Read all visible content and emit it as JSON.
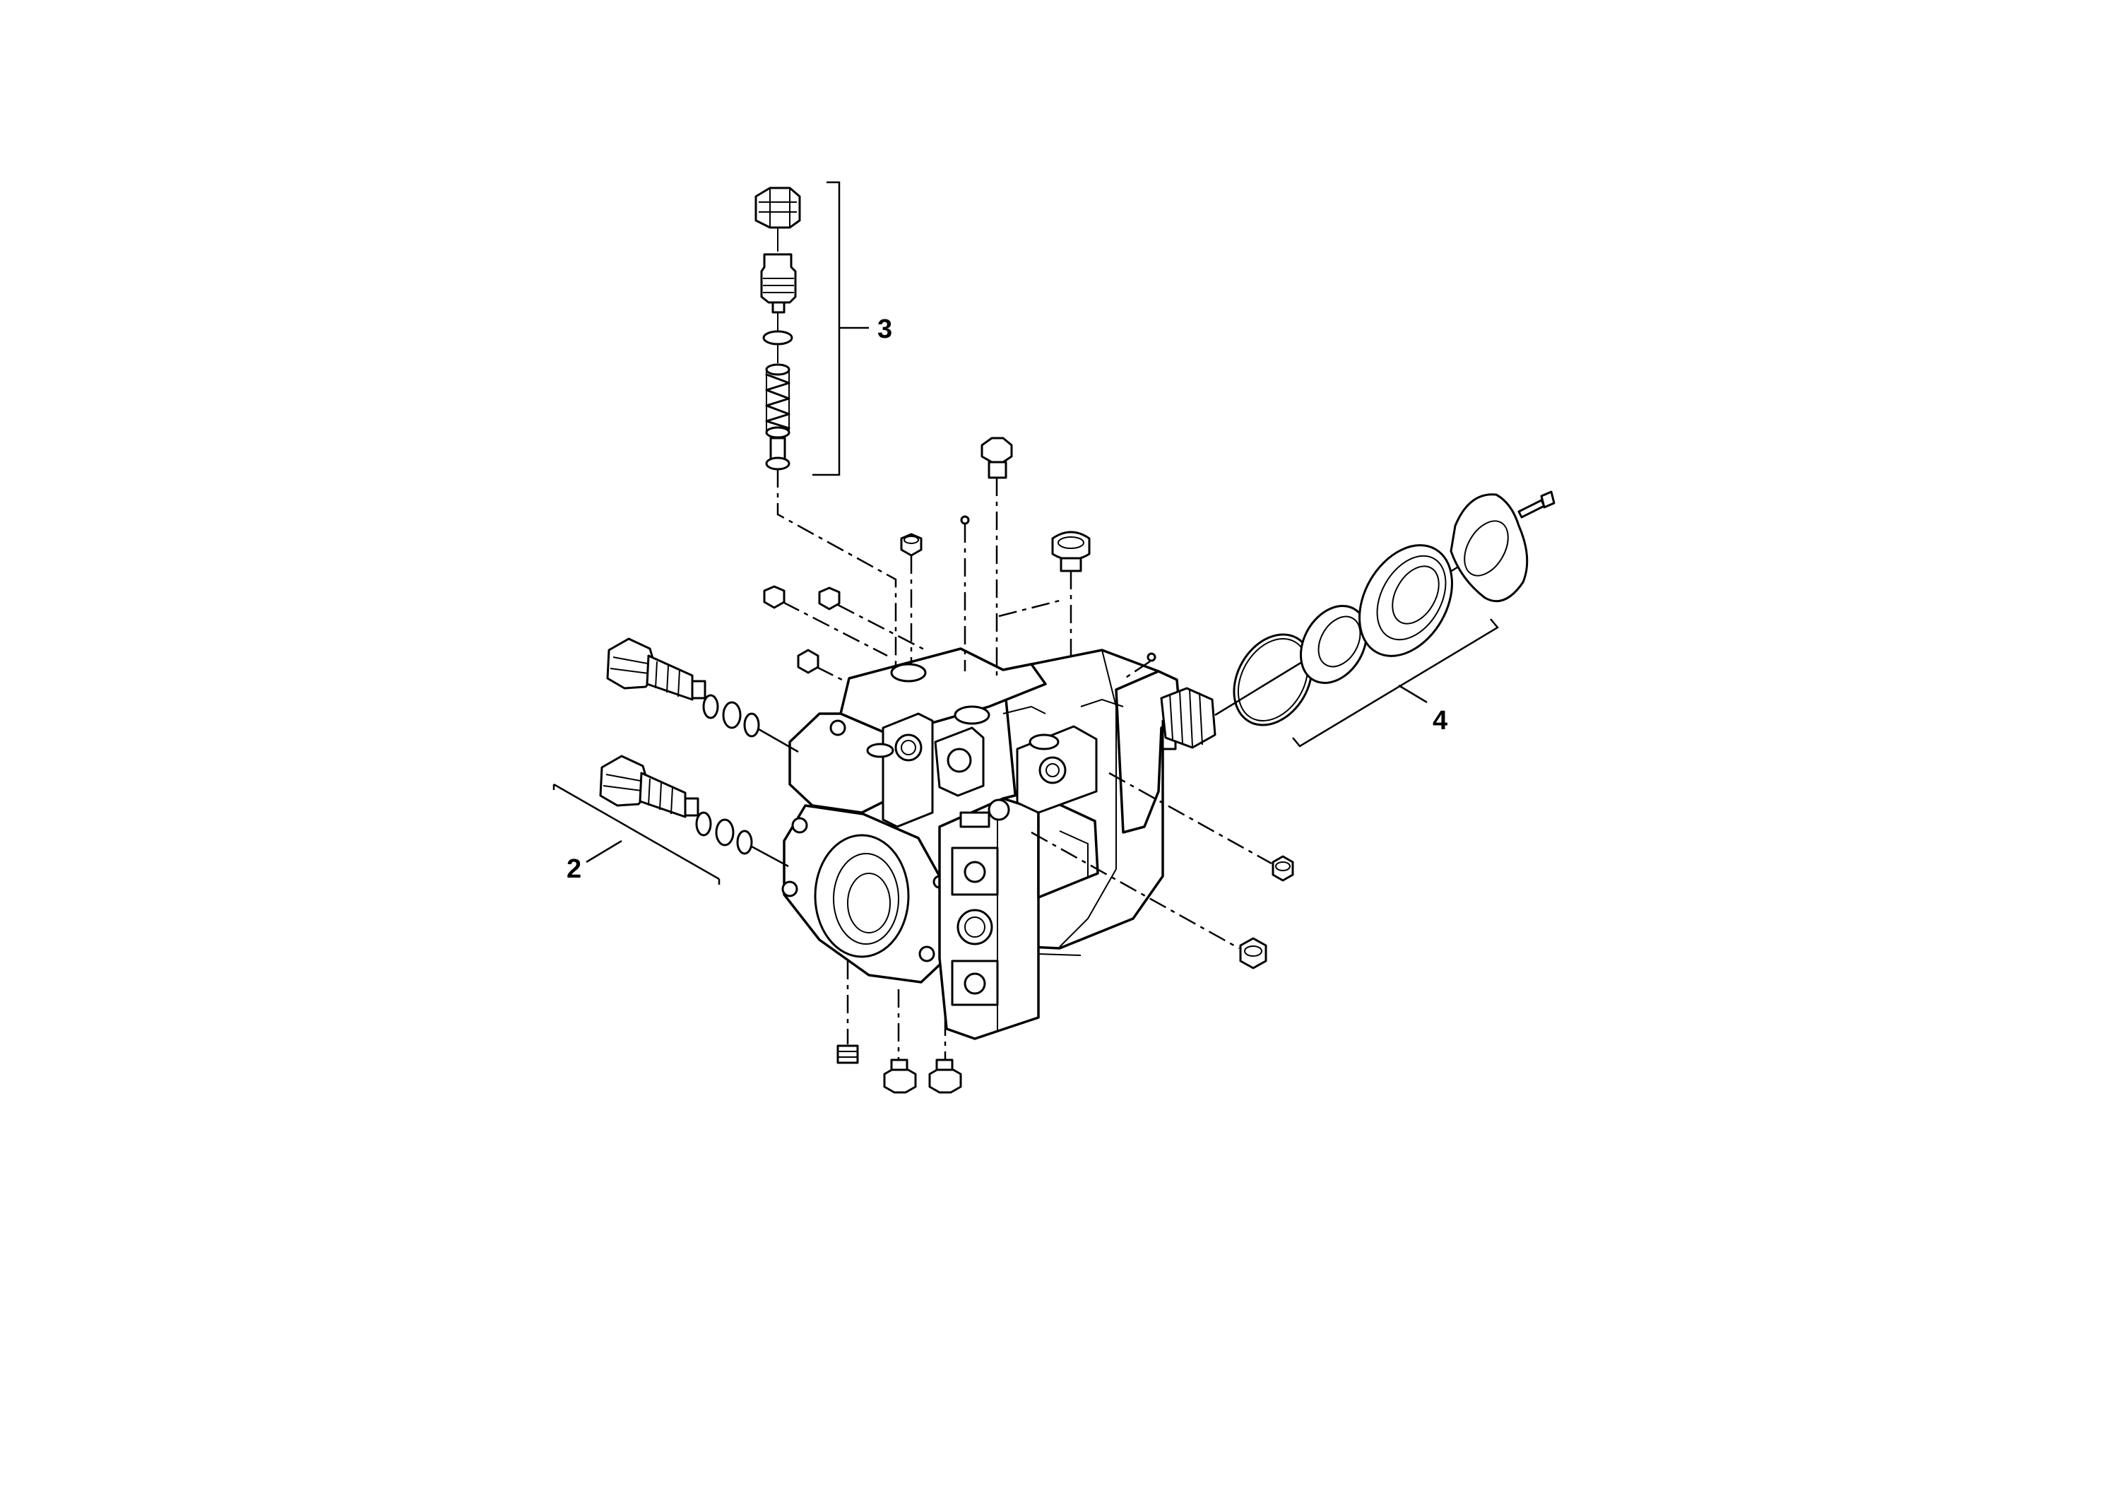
{
  "callouts": [
    {
      "id": "2",
      "label": "2"
    },
    {
      "id": "3",
      "label": "3"
    },
    {
      "id": "4",
      "label": "4"
    }
  ]
}
